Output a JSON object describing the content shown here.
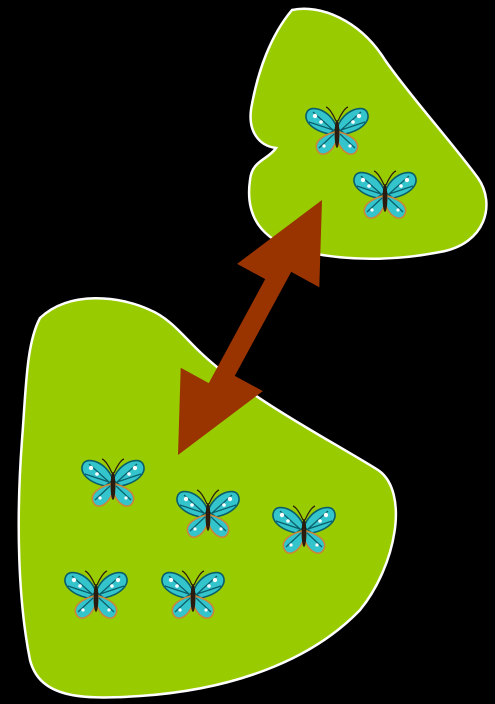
{
  "colors": {
    "background": "#000000",
    "habitat_fill": "#99cc00",
    "habitat_stroke": "#ffffff",
    "arrow": "#993300",
    "butterfly_wing": "#33c4cc",
    "butterfly_wing_dark": "#0a5e6a",
    "butterfly_spot": "#ffffff",
    "butterfly_body": "#2b1a0e",
    "butterfly_lower_wing_tint": "#c9863c"
  },
  "icons": {
    "butterfly": "butterfly-icon",
    "arrow": "double-headed-arrow"
  },
  "habitats": [
    {
      "id": "upper-habitat",
      "butterfly_count": 2
    },
    {
      "id": "lower-habitat",
      "butterfly_count": 5
    }
  ],
  "connection": {
    "type": "double-headed-arrow",
    "from": "lower-habitat",
    "to": "upper-habitat"
  }
}
